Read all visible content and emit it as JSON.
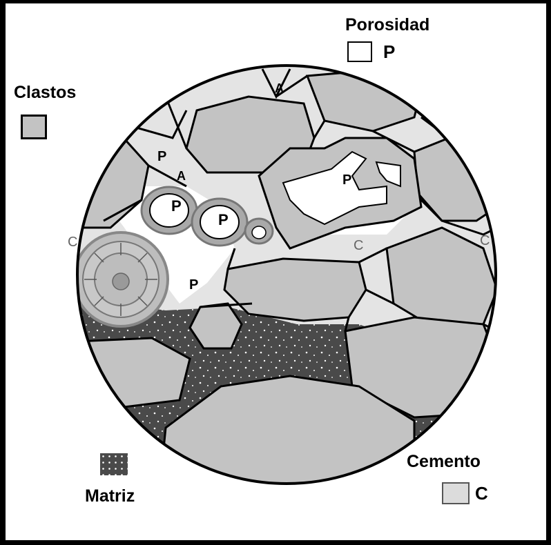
{
  "legend": {
    "porosity": {
      "title": "Porosidad",
      "letter": "P",
      "color": "#ffffff"
    },
    "clasts": {
      "title": "Clastos",
      "color": "#c3c3c3"
    },
    "matrix": {
      "title": "Matriz",
      "color": "#4a4a4a"
    },
    "cement": {
      "title": "Cemento",
      "letter": "C",
      "color": "#dcdcdc"
    }
  },
  "diagram_marks": {
    "porosity_mark": "P",
    "cement_mark": "C",
    "intraclast_mark": "A"
  }
}
